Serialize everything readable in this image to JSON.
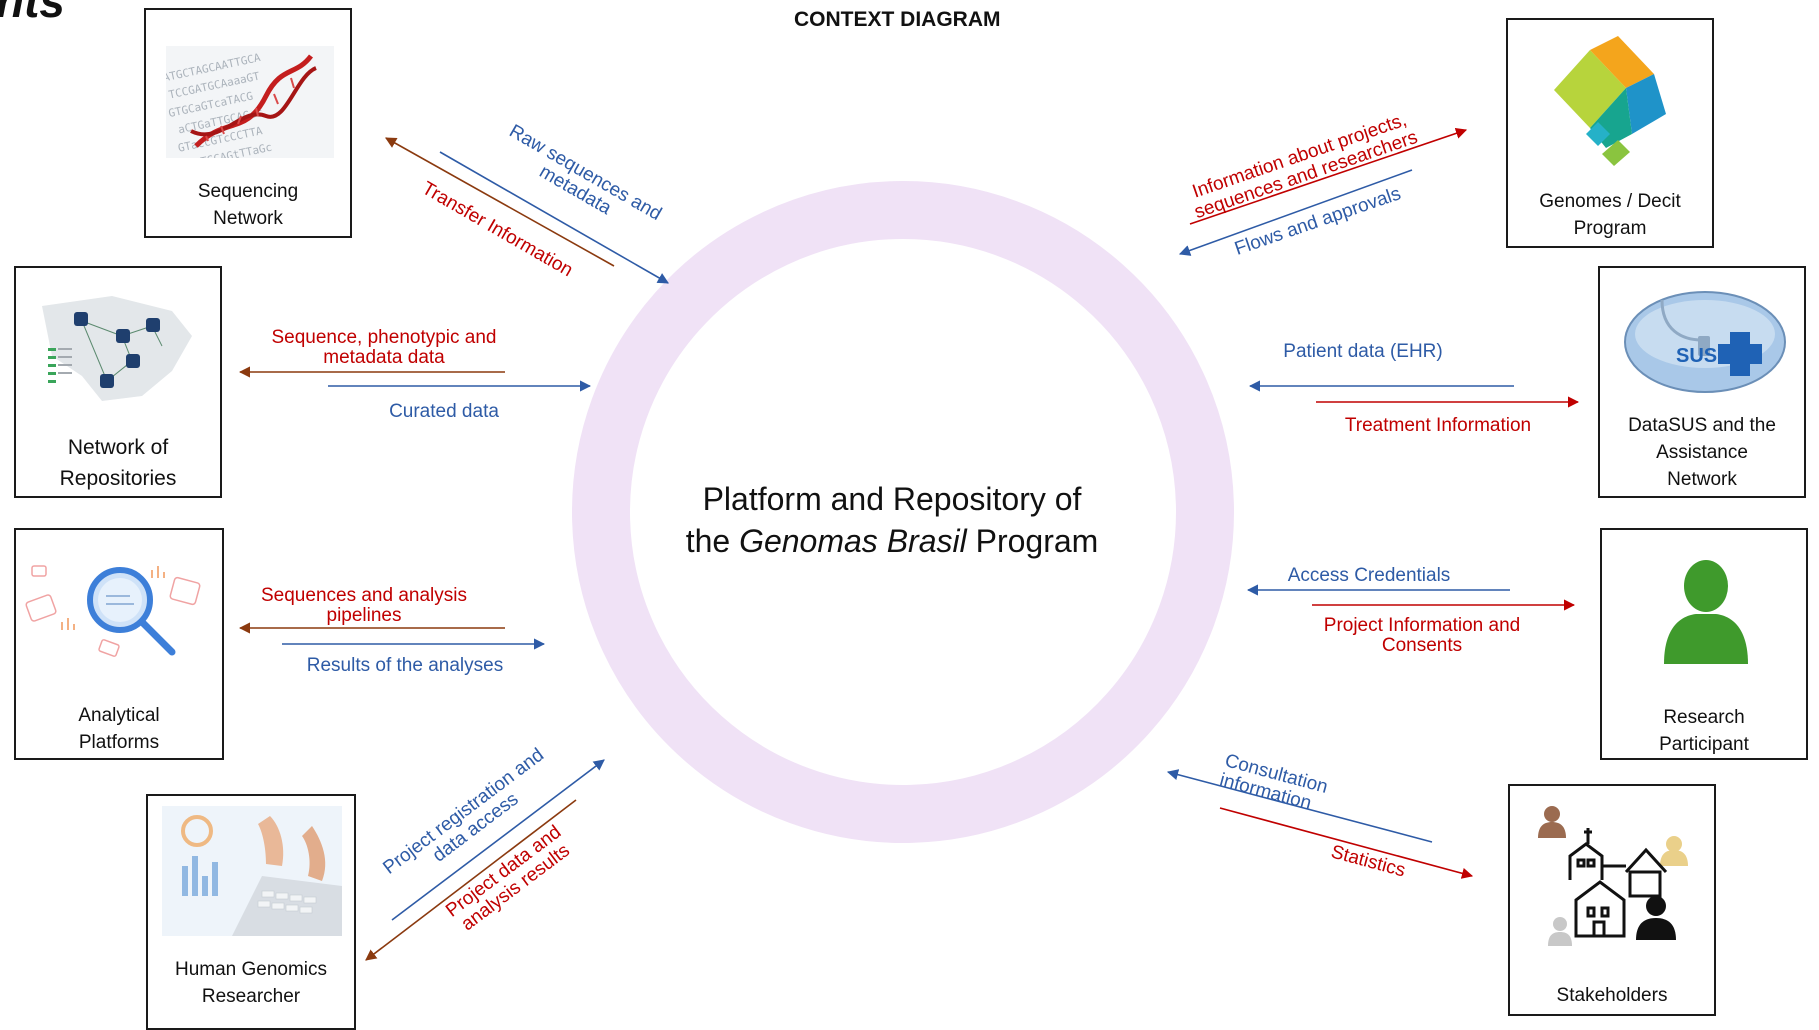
{
  "header": {
    "title": "CONTEXT DIAGRAM",
    "corner_text": "nts"
  },
  "center": {
    "line1": "Platform and Repository of",
    "line2_prefix": "the ",
    "line2_italic": "Genomas Brasil",
    "line2_suffix": " Program"
  },
  "entities": {
    "sequencing": "Sequencing\nNetwork",
    "repositories": "Network of\nRepositories",
    "analytical": "Analytical\nPlatforms",
    "researcher": "Human Genomics\nResearcher",
    "genomes": "Genomes / Decit\nProgram",
    "datasus": "DataSUS and the\nAssistance\nNetwork",
    "participant": "Research\nParticipant",
    "stakeholders": "Stakeholders",
    "sus_logo": "SUS"
  },
  "flows": {
    "raw_sequences": "Raw sequences and\nmetadata",
    "transfer_info": "Transfer Information",
    "seq_pheno_meta": "Sequence, phenotypic and\nmetadata data",
    "curated": "Curated data",
    "seq_pipelines": "Sequences and analysis\npipelines",
    "results": "Results of the analyses",
    "project_reg": "Project registration and\ndata access",
    "project_data": "Project data and\nanalysis results",
    "info_projects": "Information about projects,\nsequences and researchers",
    "flows_approvals": "Flows and approvals",
    "patient_data": "Patient data (EHR)",
    "treatment_info": "Treatment Information",
    "access_cred": "Access Credentials",
    "project_consents": "Project Information and\nConsents",
    "consultation": "Consultation\ninformation",
    "statistics": "Statistics"
  },
  "colors": {
    "red": "#c00000",
    "blue": "#2e5ba6",
    "brown": "#8b3a0f",
    "ring": "#f0e2f6",
    "person_green": "#3f9a2c"
  },
  "icons": [
    "dna-icon",
    "repository-map-icon",
    "magnifier-analysis-icon",
    "researcher-laptop-icon",
    "genomes-logo-icon",
    "sus-logo-icon",
    "person-icon",
    "stakeholders-icon"
  ]
}
